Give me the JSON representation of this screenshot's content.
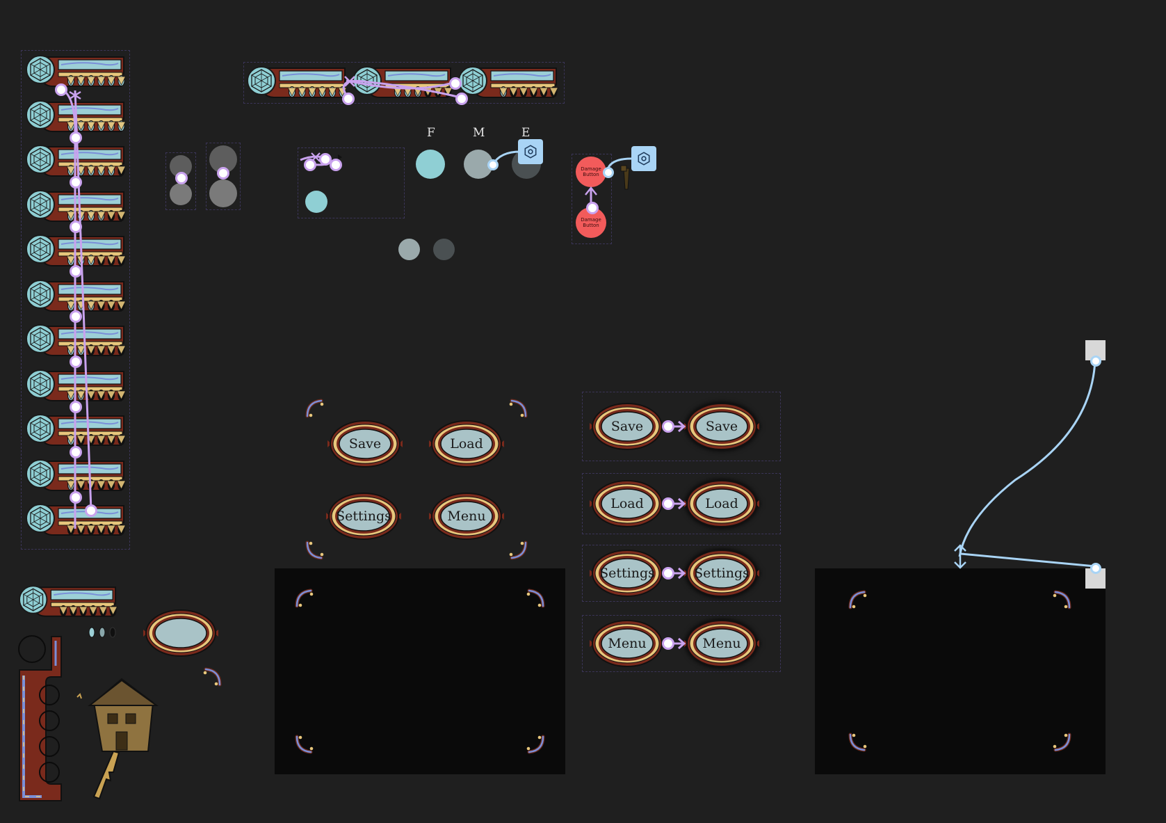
{
  "colors": {
    "background": "#1f1f1f",
    "panel": "#0a0a0a",
    "frame_border": "#3b3558",
    "bar_brown": "#7a2a1c",
    "bar_gold": "#e8c77c",
    "bar_teal": "#9ccfd6",
    "button_fill": "#a9c3c7",
    "link_purple": "#c9a2ee",
    "link_blue": "#a9d4f5",
    "damage_red": "#f25b5b",
    "grade_full": "#8fcfd4",
    "grade_mid": "#9aa9ab",
    "grade_empty": "#4a5052"
  },
  "health_bars": {
    "vertical_count": 11,
    "vertical_pips": [
      [
        "full",
        "full",
        "full",
        "full",
        "full",
        "full"
      ],
      [
        "full",
        "full",
        "full",
        "full",
        "half",
        "full"
      ],
      [
        "full",
        "full",
        "full",
        "full",
        "full",
        "empty"
      ],
      [
        "full",
        "full",
        "full",
        "half",
        "empty",
        "empty"
      ],
      [
        "full",
        "full",
        "full",
        "empty",
        "empty",
        "empty"
      ],
      [
        "full",
        "full",
        "half",
        "empty",
        "empty",
        "empty"
      ],
      [
        "full",
        "full",
        "empty",
        "empty",
        "empty",
        "empty"
      ],
      [
        "full",
        "half",
        "empty",
        "empty",
        "empty",
        "empty"
      ],
      [
        "full",
        "empty",
        "empty",
        "empty",
        "empty",
        "empty"
      ],
      [
        "half",
        "empty",
        "empty",
        "empty",
        "empty",
        "empty"
      ],
      [
        "empty",
        "empty",
        "empty",
        "empty",
        "empty",
        "empty"
      ]
    ],
    "horizontal_pips": [
      [
        "full",
        "full",
        "full",
        "full",
        "full",
        "full"
      ],
      [
        "full",
        "full",
        "half",
        "empty",
        "empty",
        "empty"
      ],
      [
        "half",
        "empty",
        "empty",
        "empty",
        "empty",
        "empty"
      ]
    ]
  },
  "grades": {
    "labels": [
      "F",
      "M",
      "E"
    ]
  },
  "damage": {
    "top_label": "Damage Button",
    "bottom_label": "Damage Button"
  },
  "menu_buttons": {
    "save": "Save",
    "load": "Load",
    "settings": "Settings",
    "menu": "Menu"
  },
  "state_rows": [
    {
      "normal": "Save",
      "hover": "Save"
    },
    {
      "normal": "Load",
      "hover": "Load"
    },
    {
      "normal": "Settings",
      "hover": "Settings"
    },
    {
      "normal": "Menu",
      "hover": "Menu"
    }
  ],
  "icons": {
    "gem": "gem-icon",
    "gear": "gear-icon",
    "key": "house-key-icon",
    "corner": "corner-ornament-icon"
  }
}
